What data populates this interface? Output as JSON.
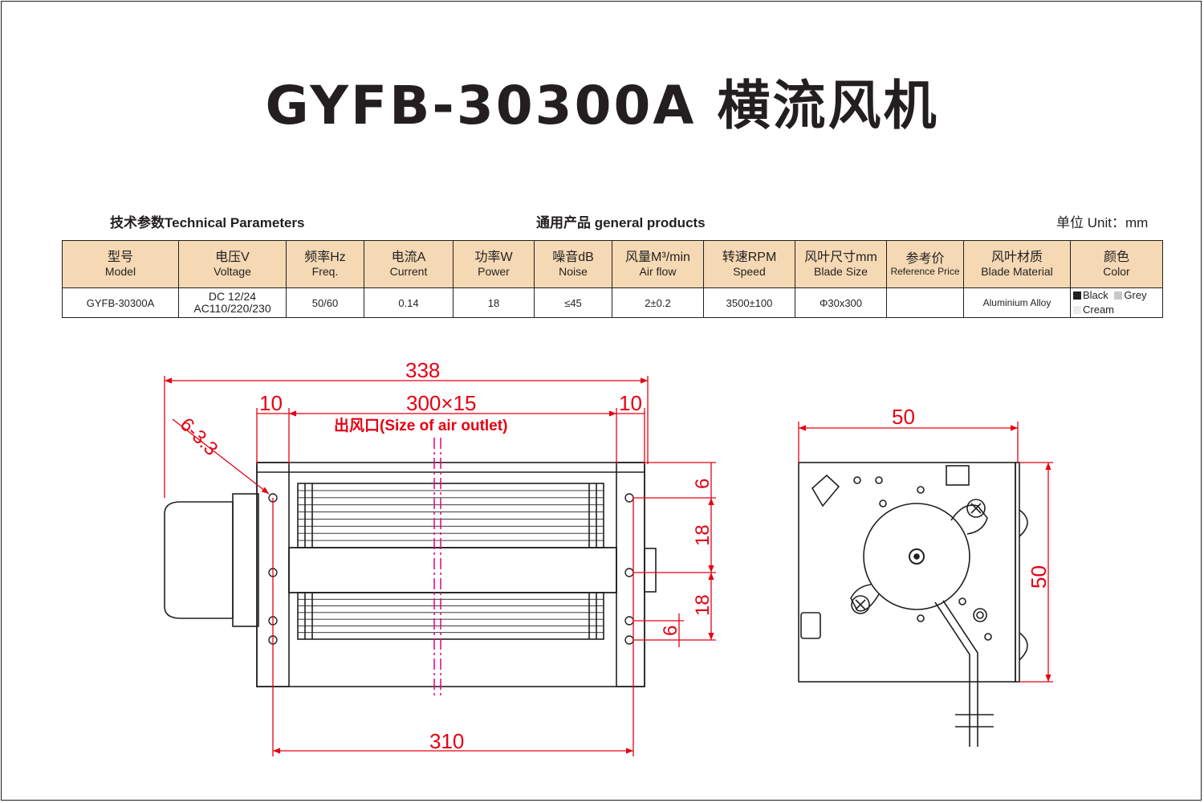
{
  "title": "GYFB-30300A 横流风机",
  "headers": {
    "tech_params": "技术参数Technical Parameters",
    "general_products": "通用产品 general products",
    "unit": "单位 Unit：mm"
  },
  "table": {
    "columns": [
      {
        "cn": "型号",
        "en": "Model"
      },
      {
        "cn": "电压V",
        "en": "Voltage"
      },
      {
        "cn": "频率Hz",
        "en": "Freq."
      },
      {
        "cn": "电流A",
        "en": "Current"
      },
      {
        "cn": "功率W",
        "en": "Power"
      },
      {
        "cn": "噪音dB",
        "en": "Noise"
      },
      {
        "cn": "风量M³/min",
        "en": "Air flow"
      },
      {
        "cn": "转速RPM",
        "en": "Speed"
      },
      {
        "cn": "风叶尺寸mm",
        "en": "Blade Size"
      },
      {
        "cn": "参考价",
        "en": "Reference Price"
      },
      {
        "cn": "风叶材质",
        "en": "Blade Material"
      },
      {
        "cn": "颜色",
        "en": "Color"
      }
    ],
    "row": {
      "model": "GYFB-30300A",
      "voltage_line1": "DC 12/24",
      "voltage_line2": "AC110/220/230",
      "freq": "50/60",
      "current": "0.14",
      "power": "18",
      "noise": "≤45",
      "airflow": "2±0.2",
      "speed": "3500±100",
      "blade_size": "Φ30x300",
      "price": "",
      "material": "Aluminium Alloy",
      "colors": [
        {
          "name": "Black",
          "swatch": "#231f20"
        },
        {
          "name": "Grey",
          "swatch": "#c8c8c8"
        },
        {
          "name": "Cream",
          "swatch": "#e8e8e4"
        }
      ]
    }
  },
  "drawing": {
    "front": {
      "overall": "338",
      "left_margin": "10",
      "outlet": "300×15",
      "right_margin": "10",
      "holes": "6-3.3",
      "outlet_label": "出风口(Size of  air outlet)",
      "base": "310",
      "v1": "6",
      "v2": "18",
      "v3": "18",
      "v4": "6"
    },
    "side": {
      "width": "50",
      "height": "50"
    },
    "colors": {
      "line": "#231f20",
      "dim": "#e60012",
      "center": "#e6007e"
    }
  }
}
